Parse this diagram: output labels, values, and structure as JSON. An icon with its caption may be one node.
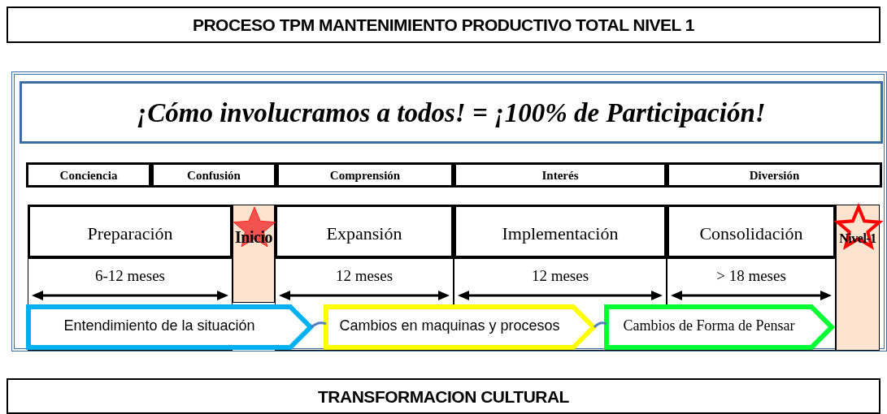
{
  "diagram": {
    "nodes": [
      {
        "text": [
          "PROCESO TPM MANTENIMIENTO PRODUCTIVO TOTAL NIVEL 1"
        ]
      },
      {
        "text": [
          "¡Cómo involucramos a todos! = ¡100% de Participación!"
        ]
      },
      {
        "text": [
          "Conciencia"
        ],
        "in": 1
      },
      {
        "text": [
          "Confusión"
        ],
        "in": 1
      },
      {
        "text": [
          "Comprensión"
        ],
        "in": 1
      },
      {
        "text": [
          "Interés"
        ],
        "in": 1
      },
      {
        "text": [
          "Diversión"
        ],
        "in": 1
      },
      {
        "text": [
          "Preparación"
        ],
        "in": 1
      },
      {
        "text": [
          "Inicio"
        ],
        "in": 1
      },
      {
        "text": [
          "Expansión"
        ],
        "in": 1
      },
      {
        "text": [
          "Implementación"
        ],
        "in": 1
      },
      {
        "text": [
          "Consolidación"
        ],
        "in": 1
      },
      {
        "text": [
          "Nivel-1"
        ],
        "in": 1
      },
      {
        "text": [
          "Entendimiento de la situación"
        ],
        "in": 1
      },
      {
        "text": [
          "Cambios en maquinas y procesos"
        ],
        "in": 1
      },
      {
        "text": [
          "Cambios de Forma de Pensar"
        ],
        "in": 1
      },
      {
        "text": [
          "TRANSFORMACION CULTURAL"
        ]
      }
    ],
    "edges": [
      {
        "from": 13,
        "to": 14,
        "arrow": "none"
      },
      {
        "from": 14,
        "to": 15,
        "arrow": "none"
      }
    ],
    "labels": [
      "6-12 meses",
      "12 meses",
      "12 meses",
      "> 18 meses"
    ]
  }
}
